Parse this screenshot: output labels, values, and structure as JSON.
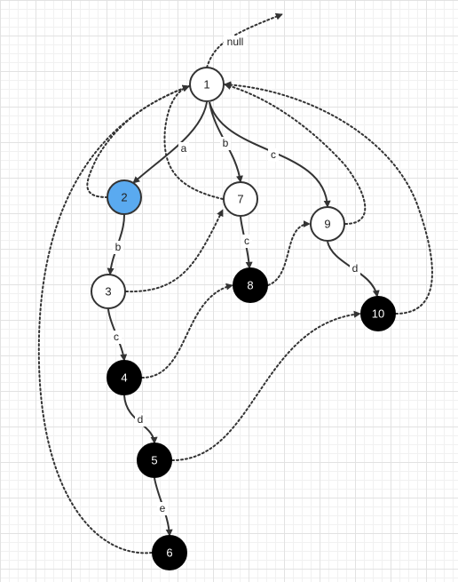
{
  "diagram": {
    "nodes": [
      {
        "id": "1",
        "label": "1",
        "style": "white"
      },
      {
        "id": "2",
        "label": "2",
        "style": "blue"
      },
      {
        "id": "3",
        "label": "3",
        "style": "white"
      },
      {
        "id": "4",
        "label": "4",
        "style": "black"
      },
      {
        "id": "5",
        "label": "5",
        "style": "black"
      },
      {
        "id": "6",
        "label": "6",
        "style": "black"
      },
      {
        "id": "7",
        "label": "7",
        "style": "white"
      },
      {
        "id": "8",
        "label": "8",
        "style": "black"
      },
      {
        "id": "9",
        "label": "9",
        "style": "white"
      },
      {
        "id": "10",
        "label": "10",
        "style": "black"
      }
    ],
    "edges": [
      {
        "from": "1",
        "to": "2",
        "label": "a"
      },
      {
        "from": "1",
        "to": "7",
        "label": "b"
      },
      {
        "from": "1",
        "to": "9",
        "label": "c"
      },
      {
        "from": "2",
        "to": "3",
        "label": "b"
      },
      {
        "from": "3",
        "to": "4",
        "label": "c"
      },
      {
        "from": "4",
        "to": "5",
        "label": "d"
      },
      {
        "from": "5",
        "to": "6",
        "label": "e"
      },
      {
        "from": "7",
        "to": "8",
        "label": "c"
      },
      {
        "from": "9",
        "to": "10",
        "label": "d"
      }
    ],
    "fail_links": [
      {
        "from": "1",
        "to": "null"
      },
      {
        "from": "2",
        "to": "1"
      },
      {
        "from": "3",
        "to": "7"
      },
      {
        "from": "4",
        "to": "8"
      },
      {
        "from": "5",
        "to": "10"
      },
      {
        "from": "6",
        "to": "1"
      },
      {
        "from": "7",
        "to": "1"
      },
      {
        "from": "8",
        "to": "9"
      },
      {
        "from": "9",
        "to": "1"
      },
      {
        "from": "10",
        "to": "1"
      }
    ],
    "null_label": "null",
    "colors": {
      "white_fill": "#ffffff",
      "blue_fill": "#5aaaf0",
      "black_fill": "#000000",
      "stroke": "#333333"
    }
  }
}
